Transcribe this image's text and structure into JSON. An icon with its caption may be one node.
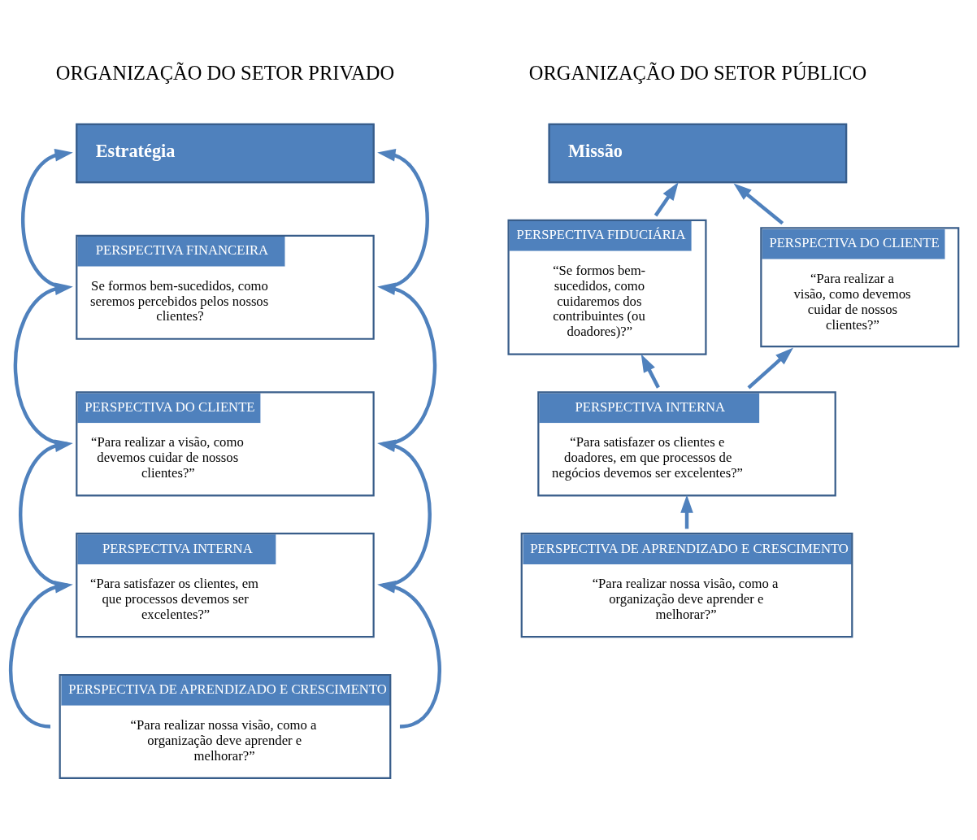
{
  "diagram": {
    "nodes": [
      {
        "text": [
          "Estratégia"
        ]
      },
      {
        "text": [
          "PERSPECTIVA FINANCEIRA",
          "Se formos bem-sucedidos, como seremos percebidos pelos nossos clientes?"
        ]
      },
      {
        "text": [
          "PERSPECTIVA DO CLIENTE",
          "“Para realizar a visão, como devemos cuidar de nossos clientes?”"
        ]
      },
      {
        "text": [
          "PERSPECTIVA INTERNA",
          "“Para satisfazer os clientes, em que processos devemos ser excelentes?”"
        ]
      },
      {
        "text": [
          "PERSPECTIVA DE APRENDIZADO E CRESCIMENTO",
          "“Para realizar nossa visão, como a organização deve aprender e melhorar?”"
        ]
      },
      {
        "text": [
          "Missão"
        ]
      },
      {
        "text": [
          "PERSPECTIVA FIDUCIÁRIA",
          "“Se formos bem-sucedidos, como cuidaremos dos contribuintes (ou doadores)?”"
        ]
      },
      {
        "text": [
          "PERSPECTIVA DO CLIENTE",
          "“Para realizar a visão, como devemos cuidar de nossos clientes?”"
        ]
      },
      {
        "text": [
          "PERSPECTIVA INTERNA",
          "“Para satisfazer os clientes e doadores, em que processos de negócios devemos ser excelentes?”"
        ]
      },
      {
        "text": [
          "PERSPECTIVA DE APRENDIZADO E CRESCIMENTO",
          "“Para realizar nossa visão, como a organização deve aprender e melhorar?”"
        ]
      }
    ],
    "edges": [
      {
        "from": 1,
        "to": 0,
        "arrow": "to"
      },
      {
        "from": 1,
        "to": 0,
        "arrow": "to"
      },
      {
        "from": 2,
        "to": 1,
        "arrow": "to"
      },
      {
        "from": 2,
        "to": 1,
        "arrow": "to"
      },
      {
        "from": 3,
        "to": 2,
        "arrow": "to"
      },
      {
        "from": 3,
        "to": 2,
        "arrow": "to"
      },
      {
        "from": 4,
        "to": 3,
        "arrow": "to"
      },
      {
        "from": 4,
        "to": 3,
        "arrow": "to"
      },
      {
        "from": 6,
        "to": 5,
        "arrow": "to"
      },
      {
        "from": 7,
        "to": 5,
        "arrow": "to"
      },
      {
        "from": 8,
        "to": 6,
        "arrow": "to"
      },
      {
        "from": 8,
        "to": 7,
        "arrow": "to"
      },
      {
        "from": 9,
        "to": 8,
        "arrow": "to"
      }
    ],
    "labels": [
      "ORGANIZAÇÃO DO SETOR PRIVADO",
      "ORGANIZAÇÃO DO SETOR PÚBLICO"
    ]
  }
}
